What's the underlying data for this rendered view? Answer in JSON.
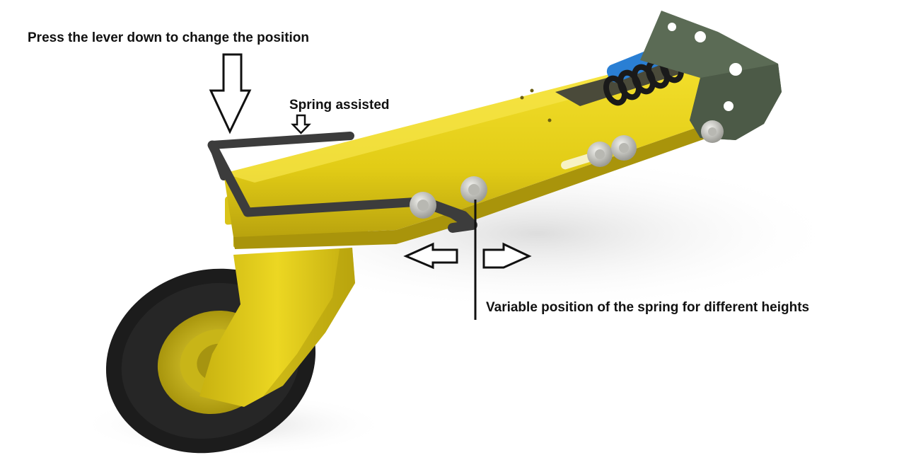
{
  "annotations": {
    "lever_label": "Press the lever down to change the position",
    "spring_label": "Spring assisted",
    "variable_label": "Variable position of the spring for different heights"
  },
  "colors": {
    "frame_yellow": "#e8d21a",
    "frame_yellow_shadow": "#b39e0c",
    "bracket_green": "#5b6b55",
    "spring_blue": "#2a7fd4",
    "coil_black": "#1a1a1a",
    "tire_black": "#1c1c1c",
    "lever_gray": "#3c3c3c",
    "bolt_gray": "#c9c9c4",
    "arrow_stroke": "#111111"
  },
  "icons": {
    "lever_arrow": "down-arrow-outline-large",
    "spring_arrow": "down-arrow-outline-small",
    "left_arrow": "left-arrow-outline",
    "right_arrow": "right-arrow-outline"
  }
}
